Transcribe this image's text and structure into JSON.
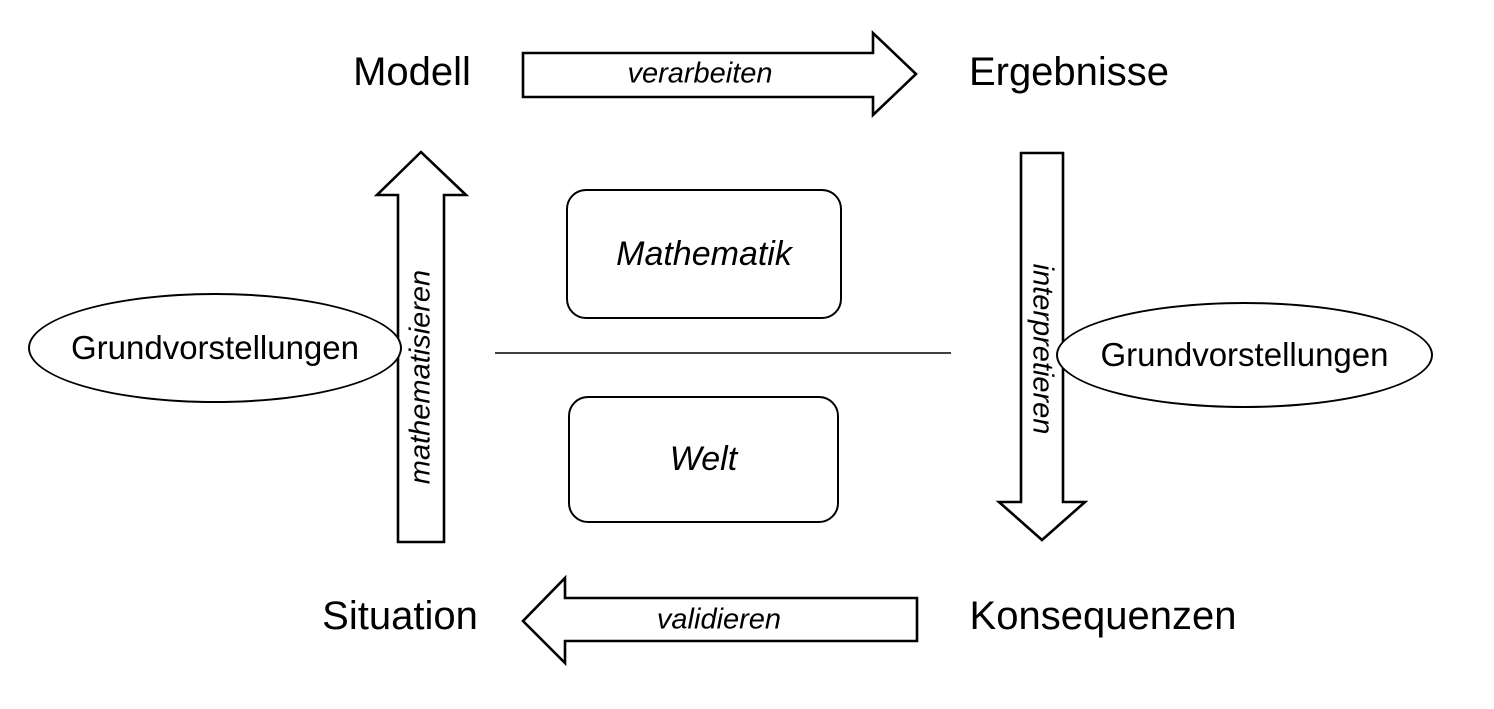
{
  "diagram": {
    "type": "modeling-cycle",
    "background_color": "#ffffff",
    "stroke_color": "#000000",
    "text_color": "#000000",
    "nodes": {
      "modell": "Modell",
      "ergebnisse": "Ergebnisse",
      "konsequenzen": "Konsequenzen",
      "situation": "Situation",
      "mathematik": "Mathematik",
      "welt": "Welt",
      "grundvorstellungen_left": "Grundvorstellungen",
      "grundvorstellungen_right": "Grundvorstellungen"
    },
    "arrows": {
      "verarbeiten": {
        "label": "verarbeiten",
        "from": "Modell",
        "to": "Ergebnisse",
        "direction": "right"
      },
      "interpretieren": {
        "label": "interpretieren",
        "from": "Ergebnisse",
        "to": "Konsequenzen",
        "direction": "down"
      },
      "validieren": {
        "label": "validieren",
        "from": "Konsequenzen",
        "to": "Situation",
        "direction": "left"
      },
      "mathematisieren": {
        "label": "mathematisieren",
        "from": "Situation",
        "to": "Modell",
        "direction": "up"
      }
    },
    "divider": {
      "between": "Mathematik / Welt"
    }
  }
}
